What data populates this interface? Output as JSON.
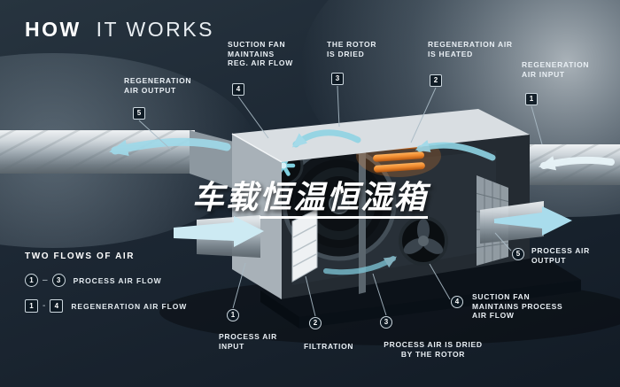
{
  "title": {
    "bold": "HOW",
    "rest": "IT WORKS"
  },
  "watermark": {
    "prefix": "车载",
    "underlined": "恒温恒湿箱"
  },
  "callouts": {
    "regeneration": [
      {
        "num": "5",
        "label": "REGENERATION\nAIR OUTPUT"
      },
      {
        "num": "4",
        "label": "SUCTION FAN\nMAINTAINS\nREG. AIR FLOW"
      },
      {
        "num": "3",
        "label": "THE ROTOR\nIS DRIED"
      },
      {
        "num": "2",
        "label": "REGENERATION AIR\nIS HEATED"
      },
      {
        "num": "1",
        "label": "REGENERATION\nAIR INPUT"
      }
    ],
    "process": [
      {
        "num": "1",
        "label": "PROCESS AIR\nINPUT"
      },
      {
        "num": "2",
        "label": "FILTRATION"
      },
      {
        "num": "3",
        "label": "PROCESS AIR IS DRIED\nBY THE ROTOR"
      },
      {
        "num": "4",
        "label": "SUCTION FAN\nMAINTAINS PROCESS\nAIR FLOW"
      },
      {
        "num": "5",
        "label": "PROCESS AIR\nOUTPUT"
      }
    ]
  },
  "legend": {
    "title": "TWO FLOWS OF AIR",
    "rows": [
      {
        "from": "1",
        "dash": "–",
        "to": "3",
        "label": "PROCESS AIR FLOW",
        "shape": "circle"
      },
      {
        "from": "1",
        "dash": "-",
        "to": "4",
        "label": "REGENERATION AIR FLOW",
        "shape": "square"
      }
    ]
  },
  "colors": {
    "background": "#1b2733",
    "accent_teal": "#8fd4e4",
    "heater_orange": "#ef8a2e",
    "text": "#e9eff4",
    "badge_border": "#cdd8df"
  }
}
